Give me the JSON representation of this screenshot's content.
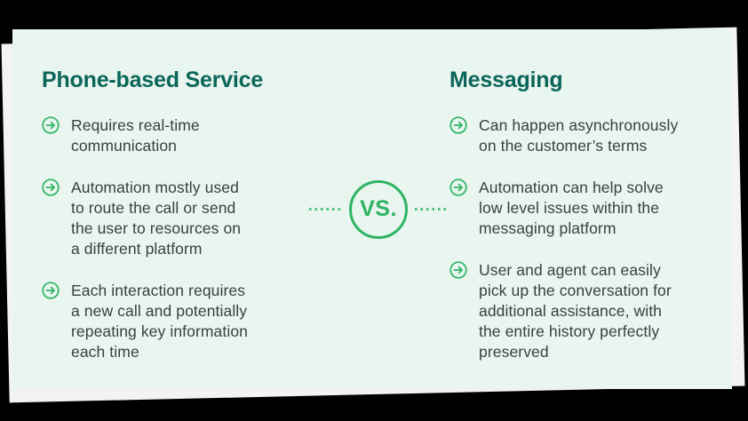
{
  "slide": {
    "background_color": "#000000",
    "card_color": "#f2f3f2",
    "panel_color": "#e9f5ef",
    "accent_green": "#2db463",
    "heading_color": "#0b665a",
    "body_text_color": "#3a403d",
    "bullet_icon": "arrow-right-circle-icon"
  },
  "left_column": {
    "title": "Phone-based Service",
    "items": [
      {
        "text": "Requires real-time\ncommunication"
      },
      {
        "text": "Automation mostly used\nto route the call or send\nthe user to resources on\na different platform"
      },
      {
        "text": "Each interaction requires\na new call and potentially\nrepeating key information\neach time"
      }
    ]
  },
  "divider": {
    "label": "VS."
  },
  "right_column": {
    "title": "Messaging",
    "items": [
      {
        "text": "Can happen asynchronously\non the customer’s terms"
      },
      {
        "text": "Automation can help solve\nlow level issues within the\nmessaging platform"
      },
      {
        "text": "User and agent can easily\npick up the conversation for\nadditional assistance, with\nthe entire history perfectly\npreserved"
      }
    ]
  }
}
